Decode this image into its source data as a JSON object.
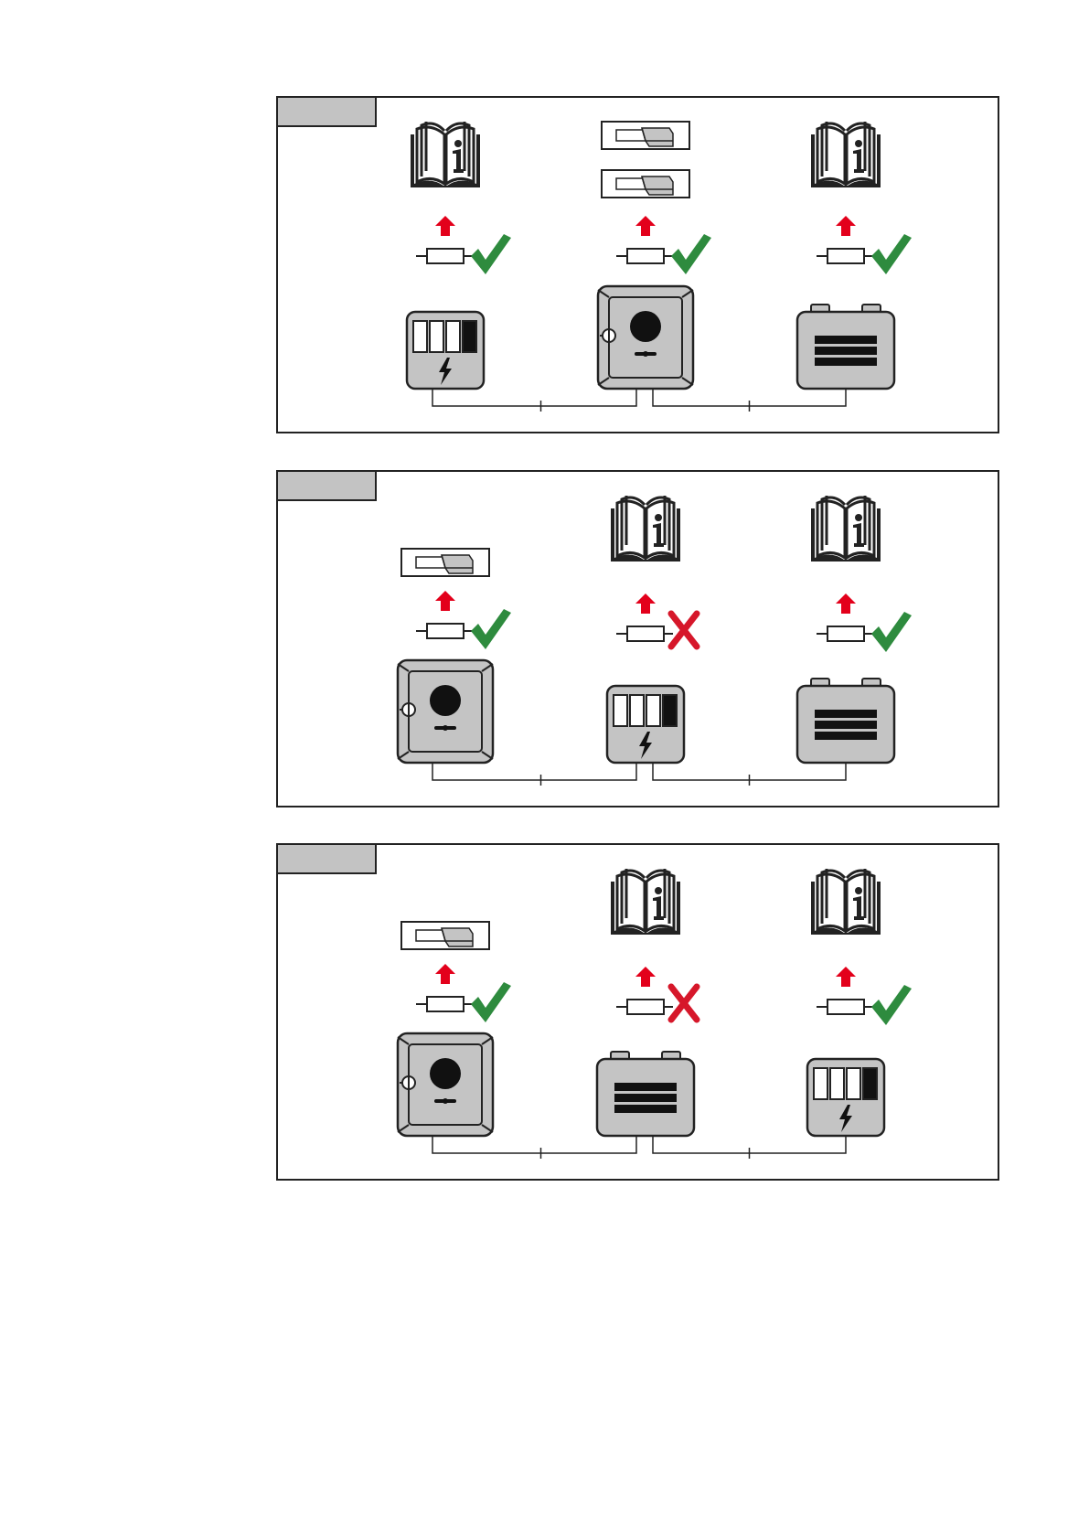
{
  "colors": {
    "outline": "#222222",
    "device_fill": "#c4c4c4",
    "tab_fill": "#c3c3c3",
    "arrow_red": "#e3001b",
    "check_green": "#2e8b3e",
    "cross_red": "#d6172a"
  },
  "panels": [
    {
      "id": "panel-1",
      "slots": [
        {
          "device": "meter-icon",
          "top": "manual-icon",
          "status": "check"
        },
        {
          "device": "controller-icon",
          "top": "dip-switch-icon",
          "top_count": 2,
          "status": "check"
        },
        {
          "device": "battery-icon",
          "top": "manual-icon",
          "status": "check"
        }
      ]
    },
    {
      "id": "panel-2",
      "slots": [
        {
          "device": "controller-icon",
          "top": "dip-switch-icon",
          "top_count": 1,
          "status": "check"
        },
        {
          "device": "meter-icon",
          "top": "manual-icon",
          "status": "cross"
        },
        {
          "device": "battery-icon",
          "top": "manual-icon",
          "status": "check"
        }
      ]
    },
    {
      "id": "panel-3",
      "slots": [
        {
          "device": "controller-icon",
          "top": "dip-switch-icon",
          "top_count": 1,
          "status": "check"
        },
        {
          "device": "battery-icon",
          "top": "manual-icon",
          "status": "cross"
        },
        {
          "device": "meter-icon",
          "top": "manual-icon",
          "status": "check"
        }
      ]
    }
  ]
}
